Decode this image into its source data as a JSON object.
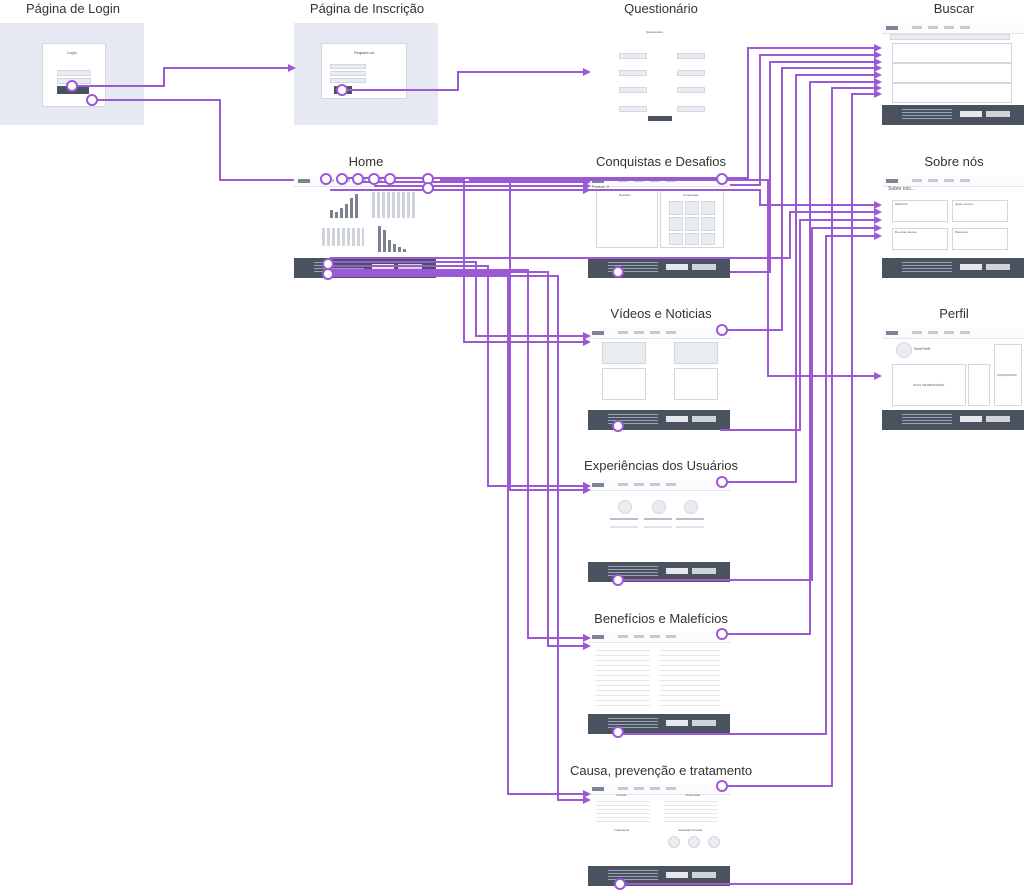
{
  "screens": {
    "login": {
      "title": "Página de Login",
      "heading": "Login"
    },
    "signup": {
      "title": "Página de Inscrição",
      "heading": "Registre-se"
    },
    "questionnaire": {
      "title": "Questionário",
      "heading": "Questionário"
    },
    "search": {
      "title": "Buscar"
    },
    "home": {
      "title": "Home"
    },
    "achievements": {
      "title": "Conquistas e Desafios",
      "heading": "Pontos: X",
      "challenges": "Desafios",
      "conquests": "Conquistas"
    },
    "about": {
      "title": "Sobre nós",
      "heading": "Sobre nós...",
      "boxes": [
        "Objetivos",
        "Quem somos",
        "De onde viemos",
        "Parceiros"
      ]
    },
    "videos": {
      "title": "Vídeos e Noticias"
    },
    "profile": {
      "title": "Perfil",
      "name": "SeuPerfil",
      "info": "SUAS INFORMAÇÕES",
      "conquests": "CONQUISTAS"
    },
    "experiences": {
      "title": "Experiências dos Usuários"
    },
    "benefits": {
      "title": "Benefícios e Malefícios"
    },
    "causes": {
      "title": "Causa, prevenção e tratamento",
      "cause": "Causas",
      "prevention": "Prevenção",
      "treatment": "Tratamento",
      "physical": "Atividades Físicas"
    }
  },
  "colors": {
    "link": "#9b59d6",
    "footer": "#4a5260",
    "canvas_grey": "#e6e9f1"
  }
}
